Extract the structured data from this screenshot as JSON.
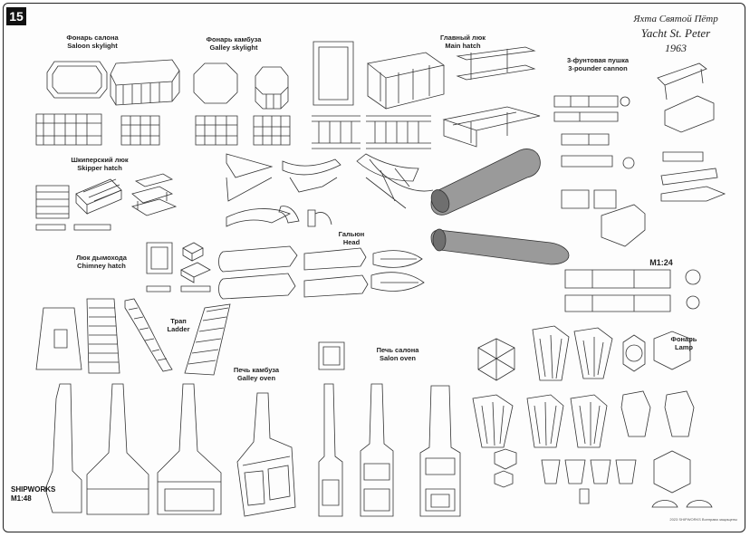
{
  "page_number": "15",
  "title": {
    "ru": "Яхта Святой Пётр",
    "en": "Yacht St. Peter",
    "year": "1963"
  },
  "labels": {
    "salon_skylight": {
      "ru": "Фонарь салона",
      "en": "Saloon skylight"
    },
    "galley_skylight": {
      "ru": "Фонарь камбуза",
      "en": "Galley skylight"
    },
    "main_hatch": {
      "ru": "Главный люк",
      "en": "Main hatch"
    },
    "cannon": {
      "ru": "3-фунтовая пушка",
      "en": "3-pounder cannon"
    },
    "skipper_hatch": {
      "ru": "Шкиперский люк",
      "en": "Skipper hatch"
    },
    "head": {
      "ru": "Гальюн",
      "en": "Head"
    },
    "chimney_hatch": {
      "ru": "Люк дымохода",
      "en": "Chimney hatch"
    },
    "scale_cannon": "M1:24",
    "ladder": {
      "ru": "Трап",
      "en": "Ladder"
    },
    "galley_oven": {
      "ru": "Печь камбуза",
      "en": "Galley oven"
    },
    "salon_oven": {
      "ru": "Печь салона",
      "en": "Salon oven"
    },
    "lamp": {
      "ru": "Фонарь",
      "en": "Lamp"
    }
  },
  "logo": {
    "brand": "SHIPWORKS",
    "scale": "M1:48"
  },
  "copyright": "2023 SHIPWORKS Всеправа защищены"
}
